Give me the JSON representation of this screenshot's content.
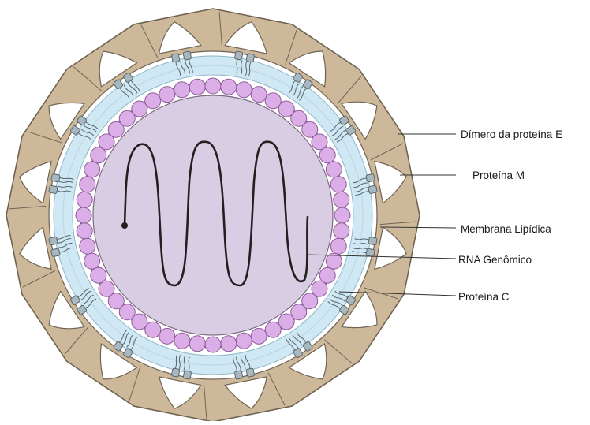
{
  "labels": {
    "dimer": "Dímero da proteína E",
    "m_protein": "Proteína M",
    "membrane": "Membrana Lipídica",
    "rna": "RNA Genômico",
    "c_protein": "Proteína C"
  },
  "colors": {
    "background": "#ffffff",
    "envelope": "#cdb99a",
    "envelope_stroke": "#6f6354",
    "membrane_fill": "#cfe8f3",
    "lipid_line": "#bcd8e6",
    "m_protein": "#a9b8bf",
    "m_protein_stroke": "#55656c",
    "capsid_bead": "#dcaee8",
    "capsid_bead_stroke": "#8c5a99",
    "core": "#d9cde3",
    "rna": "#202020"
  },
  "structure": {
    "envelope_dimer_count": 16,
    "m_protein_count": 16,
    "capsid_bead_count": 52
  }
}
